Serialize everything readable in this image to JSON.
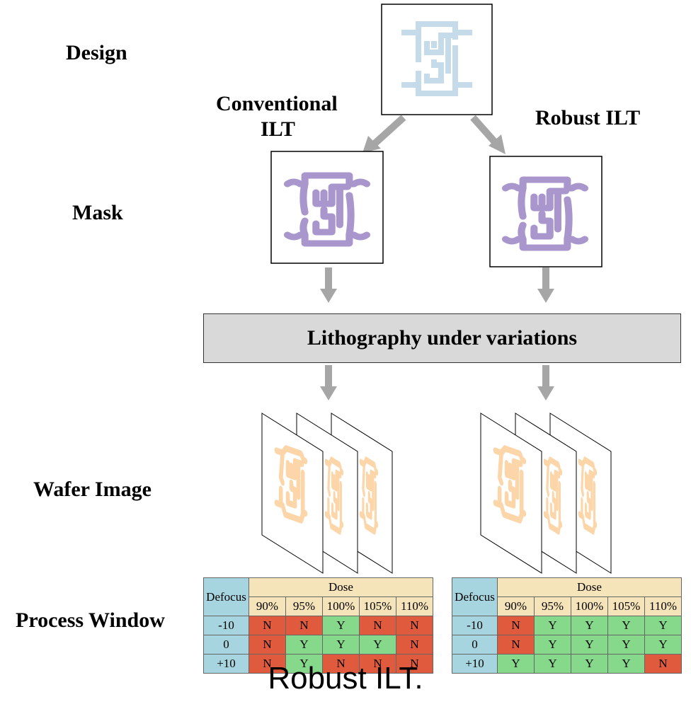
{
  "labels": {
    "design": "Design",
    "mask": "Mask",
    "wafer_image": "Wafer Image",
    "process_window": "Process Window",
    "conventional_line1": "Conventional",
    "conventional_line2": "ILT",
    "robust_ilt": "Robust ILT"
  },
  "lithography": "Lithography under variations",
  "colors": {
    "design_pattern": "#c6dbea",
    "mask_pattern": "#a896cc",
    "wafer_pattern": "#fcd5a8",
    "arrow": "#a6a6a6",
    "litho_box": "#d9d9d9",
    "header_blue": "#a7d5df",
    "header_tan": "#f5e3b9",
    "fail": "#e05a3e",
    "pass": "#86d98b"
  },
  "tables": [
    {
      "defocus_label": "Defocus",
      "dose_label": "Dose",
      "doses": [
        "90%",
        "95%",
        "100%",
        "105%",
        "110%"
      ],
      "rows": [
        {
          "defocus": "-10",
          "cells": [
            "N",
            "N",
            "Y",
            "N",
            "N"
          ]
        },
        {
          "defocus": "0",
          "cells": [
            "N",
            "Y",
            "Y",
            "Y",
            "N"
          ]
        },
        {
          "defocus": "+10",
          "cells": [
            "N",
            "Y",
            "N",
            "N",
            "N"
          ]
        }
      ]
    },
    {
      "defocus_label": "Defocus",
      "dose_label": "Dose",
      "doses": [
        "90%",
        "95%",
        "100%",
        "105%",
        "110%"
      ],
      "rows": [
        {
          "defocus": "-10",
          "cells": [
            "N",
            "Y",
            "Y",
            "Y",
            "Y"
          ]
        },
        {
          "defocus": "0",
          "cells": [
            "N",
            "Y",
            "Y",
            "Y",
            "Y"
          ]
        },
        {
          "defocus": "+10",
          "cells": [
            "Y",
            "Y",
            "Y",
            "Y",
            "N"
          ]
        }
      ]
    }
  ],
  "caption": "Robust ILT."
}
